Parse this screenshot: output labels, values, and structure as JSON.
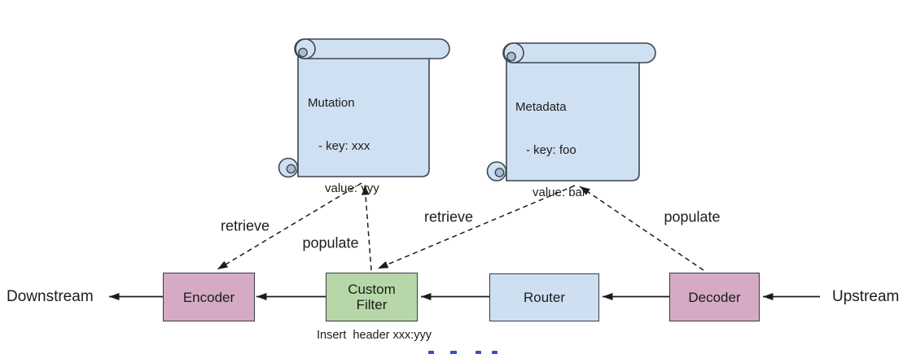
{
  "scrolls": [
    {
      "title": "Mutation",
      "line1": "- key: xxx",
      "line2": "value: yyy"
    },
    {
      "title": "Metadata",
      "line1": "- key: foo",
      "line2": "value: bar"
    }
  ],
  "nodes": {
    "encoder": "Encoder",
    "custom_filter": "Custom Filter",
    "router": "Router",
    "decoder": "Decoder"
  },
  "endpoints": {
    "downstream": "Downstream",
    "upstream": "Upstream"
  },
  "edge_labels": {
    "retrieve_encoder": "retrieve",
    "populate_mutation": "populate",
    "retrieve_filter": "retrieve",
    "populate_metadata": "populate"
  },
  "annotation": "Insert  header xxx:yyy",
  "colors": {
    "scroll_fill": "#cfe0f2",
    "scroll_curl": "#a9bdd4",
    "node_pink": "#d5aac4",
    "node_green": "#b7d7a8",
    "node_blue": "#cfdff2",
    "outline": "#3c454f",
    "ink": "#1c1c1c",
    "clipped_link_blue": "#3a50c8"
  }
}
